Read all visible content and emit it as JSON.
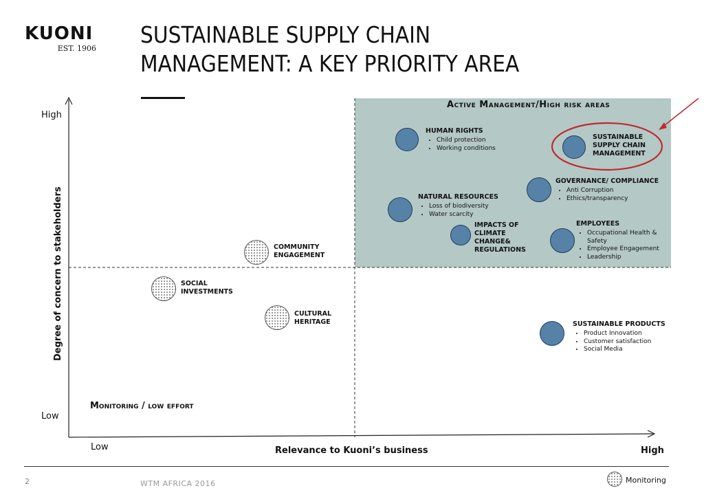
{
  "logo": {
    "brand": "KUONI",
    "est": "EST. 1906"
  },
  "title": {
    "line1": "SUSTAINABLE SUPPLY CHAIN",
    "line2": "MANAGEMENT: A KEY PRIORITY AREA"
  },
  "zones": {
    "high_risk": "Active Management/High risk areas",
    "low_effort": "Monitoring / low effort"
  },
  "axes": {
    "y_label": "Degree of  concern to stakeholders",
    "y_high": "High",
    "y_low": "Low",
    "x_label": "Relevance to Kuoni’s business",
    "x_low": "Low",
    "x_high": "High"
  },
  "items": {
    "human_rights": {
      "title": "HUMAN RIGHTS",
      "bullets": [
        "Child protection",
        "Working conditions"
      ]
    },
    "sscm": {
      "line1": "SUSTAINABLE",
      "line2": "SUPPLY CHAIN",
      "line3": "MANAGEMENT"
    },
    "governance": {
      "title": "GOVERNANCE/ COMPLIANCE",
      "bullets": [
        "Anti Corruption",
        "Ethics/transparency"
      ]
    },
    "natural": {
      "title": "NATURAL RESOURCES",
      "bullets": [
        "Loss of biodiversity",
        "Water scarcity"
      ]
    },
    "climate": {
      "line1": "IMPACTS OF",
      "line2": "CLIMATE CHANGE&",
      "line3": "REGULATIONS"
    },
    "employees": {
      "title": "EMPLOYEES",
      "bullets": [
        "Occupational Health & Safety",
        "Employee Engagement",
        "Leadership"
      ]
    },
    "community": {
      "line1": "COMMUNITY",
      "line2": "ENGAGEMENT"
    },
    "social": {
      "line1": "SOCIAL",
      "line2": "INVESTMENTS"
    },
    "cultural": {
      "line1": "CULTURAL",
      "line2": "HERITAGE"
    },
    "products": {
      "title": "SUSTAINABLE PRODUCTS",
      "bullets": [
        "Product Innovation",
        "Customer satisfaction",
        "Social Media"
      ]
    }
  },
  "footer": {
    "page": "2",
    "text": "WTM AFRICA 2016",
    "legend": "Monitoring"
  },
  "colors": {
    "active_bubble": "#5782a8",
    "zone_fill": "#b4c8c6",
    "highlight": "#c0282e"
  }
}
